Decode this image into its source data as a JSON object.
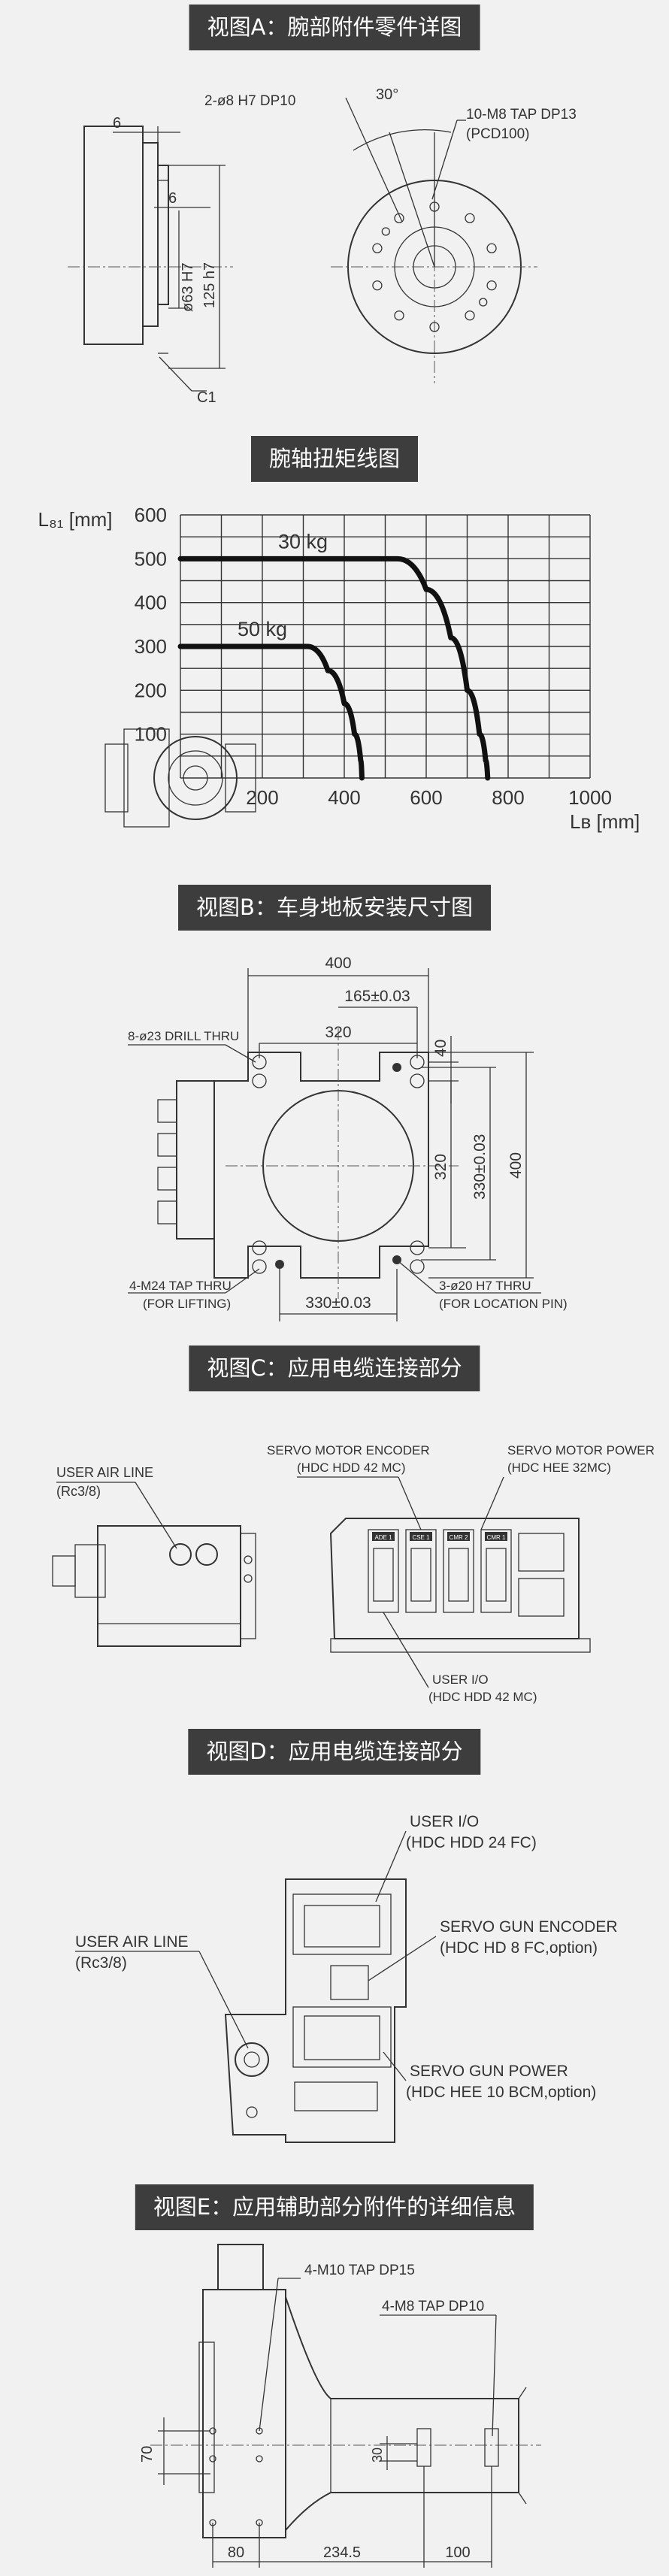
{
  "sections": {
    "a": {
      "title": "视图A：腕部附件零件详图",
      "labels": {
        "hole8": "2-ø8 H7 DP10",
        "tap_m8": "10-M8 TAP DP13",
        "pcd": "(PCD100)",
        "angle": "30°",
        "dim6_top": "6",
        "dim6_mid": "6",
        "dia63": "ø63 H7",
        "dim125": "125 h7",
        "c1": "C1"
      }
    },
    "torque": {
      "title": "腕轴扭矩线图",
      "chart_data": {
        "type": "line",
        "ylabel": "L₈₁ [mm]",
        "xlabel": "Lʙ [mm]",
        "y_ticks": [
          "600",
          "500",
          "400",
          "300",
          "200",
          "100"
        ],
        "x_ticks": [
          "200",
          "400",
          "600",
          "800",
          "1000"
        ],
        "xlim": [
          0,
          1000
        ],
        "ylim": [
          0,
          600
        ],
        "grid": true,
        "series": [
          {
            "name": "30 kg",
            "x": [
              0,
              530,
              600,
              660,
              700,
              730,
              745,
              750
            ],
            "y": [
              500,
              500,
              430,
              320,
              200,
              100,
              40,
              0
            ]
          },
          {
            "name": "50 kg",
            "x": [
              0,
              310,
              360,
              400,
              425,
              440,
              443
            ],
            "y": [
              300,
              300,
              245,
              170,
              100,
              40,
              0
            ]
          }
        ]
      }
    },
    "b": {
      "title": "视图B：车身地板安装尺寸图",
      "labels": {
        "dim400_top": "400",
        "dim165": "165±0.03",
        "dim320_top": "320",
        "drill": "8-ø23 DRILL THRU",
        "dim40": "40",
        "dim320_right": "320",
        "dim330_right": "330±0.03",
        "dim400_right": "400",
        "m24": "4-M24 TAP THRU",
        "lifting": "(FOR LIFTING)",
        "dim330_bottom": "330±0.03",
        "pin": "3-ø20 H7 THRU",
        "location_pin": "(FOR LOCATION PIN)"
      }
    },
    "c": {
      "title": "视图C：应用电缆连接部分",
      "labels": {
        "air_line": "USER AIR LINE",
        "air_size": "(Rc3/8)",
        "encoder": "SERVO MOTOR ENCODER",
        "encoder_spec": "(HDC HDD 42 MC)",
        "power": "SERVO MOTOR POWER",
        "power_spec": "(HDC HEE 32MC)",
        "user_io": "USER I/O",
        "user_io_spec": "(HDC HDD 42 MC)",
        "cn1": "ADE 1",
        "cn2": "CSE 1",
        "cn3": "CMR 2",
        "cn4": "CMR 1"
      }
    },
    "d": {
      "title": "视图D：应用电缆连接部分",
      "labels": {
        "user_io": "USER I/O",
        "user_io_spec": "(HDC HDD 24 FC)",
        "gun_encoder": "SERVO GUN ENCODER",
        "gun_encoder_spec": "(HDC HD 8 FC,option)",
        "air_line": "USER AIR LINE",
        "air_size": "(Rc3/8)",
        "gun_power": "SERVO GUN POWER",
        "gun_power_spec": "(HDC HEE 10 BCM,option)"
      }
    },
    "e": {
      "title": "视图E：应用辅助部分附件的详细信息",
      "labels": {
        "m10": "4-M10 TAP DP15",
        "m8": "4-M8 TAP DP10",
        "dim70": "70",
        "dim30": "30",
        "dim80": "80",
        "dim234": "234.5",
        "dim100": "100"
      }
    }
  }
}
